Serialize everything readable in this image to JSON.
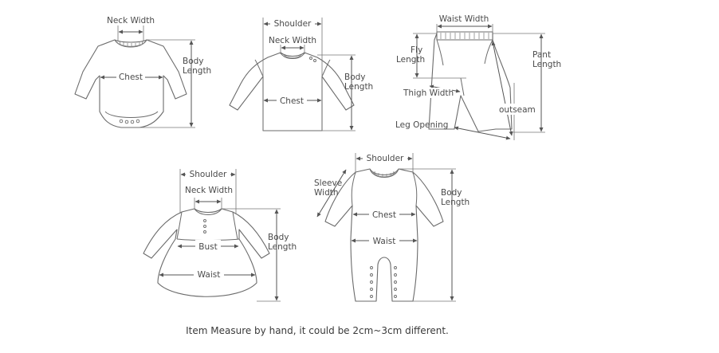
{
  "bodysuit": {
    "neck_width": "Neck Width",
    "body_length_1": "Body",
    "body_length_2": "Length",
    "chest": "Chest"
  },
  "top": {
    "shoulder": "Shoulder",
    "neck_width": "Neck Width",
    "body_length_1": "Body",
    "body_length_2": "Length",
    "chest": "Chest"
  },
  "pants": {
    "waist_width": "Waist Width",
    "fly_length_1": "Fly",
    "fly_length_2": "Length",
    "pant_length_1": "Pant",
    "pant_length_2": "Length",
    "thigh_width": "Thigh Width",
    "outseam": "outseam",
    "leg_opening": "Leg Opening"
  },
  "dress": {
    "shoulder": "Shoulder",
    "neck_width": "Neck Width",
    "body_length_1": "Body",
    "body_length_2": "Length",
    "bust": "Bust",
    "waist": "Waist"
  },
  "romper": {
    "shoulder": "Shoulder",
    "sleeve_width_1": "Sleeve",
    "sleeve_width_2": "Width",
    "body_length_1": "Body",
    "body_length_2": "Length",
    "chest": "Chest",
    "waist": "Waist"
  },
  "footer": {
    "note": "Item Measure by hand, it could be 2cm~3cm different."
  }
}
